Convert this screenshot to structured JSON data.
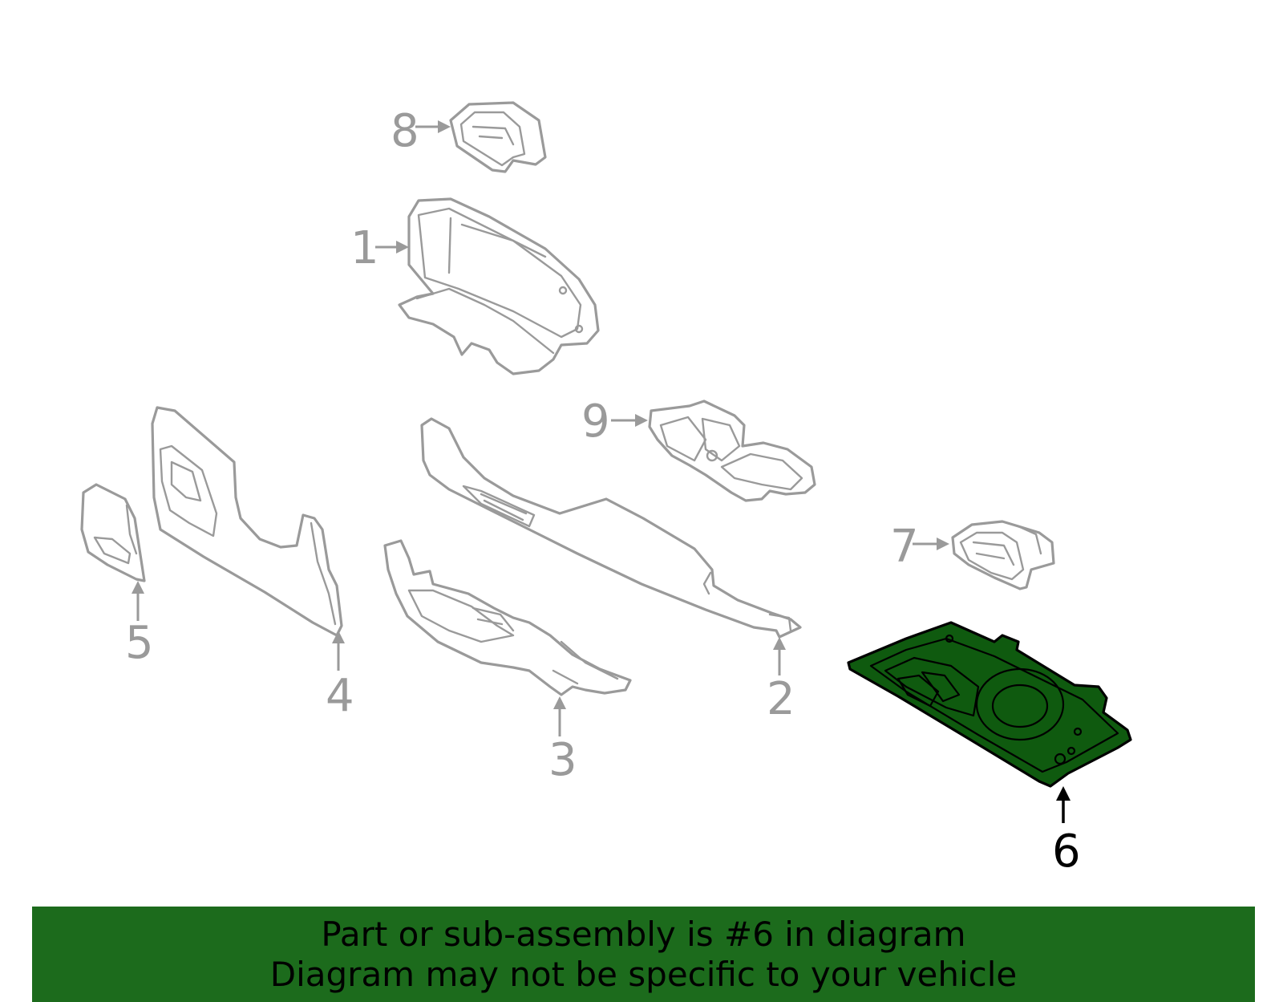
{
  "callouts": {
    "c1": "1",
    "c2": "2",
    "c3": "3",
    "c4": "4",
    "c5": "5",
    "c6": "6",
    "c7": "7",
    "c8": "8",
    "c9": "9"
  },
  "highlighted_callout": "6",
  "banner": {
    "line1": "Part or sub-assembly is #6 in diagram",
    "line2": "Diagram may not be specific to your vehicle"
  },
  "colors": {
    "highlight_fill": "#0f5a0f",
    "banner_background": "#1c6b1c",
    "part_outline": "#9a9a9a"
  }
}
